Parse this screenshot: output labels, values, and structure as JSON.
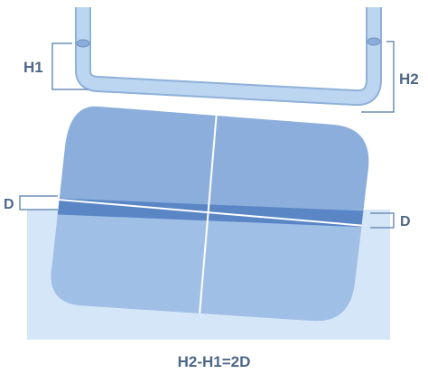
{
  "diagram": {
    "labels": {
      "h1": "H1",
      "h2": "H2",
      "d_left": "D",
      "d_right": "D",
      "equation": "H2-H1=2D"
    },
    "colors": {
      "tube_fill": "#bcd5f1",
      "tube_stroke": "#8fb0d8",
      "tile_upper": "#8caedc",
      "tile_lower": "#a0bfe6",
      "water": "#d5e6f8",
      "water_line": "#5a86c6",
      "bracket": "#6f8fb8",
      "text": "#4d6787"
    }
  }
}
